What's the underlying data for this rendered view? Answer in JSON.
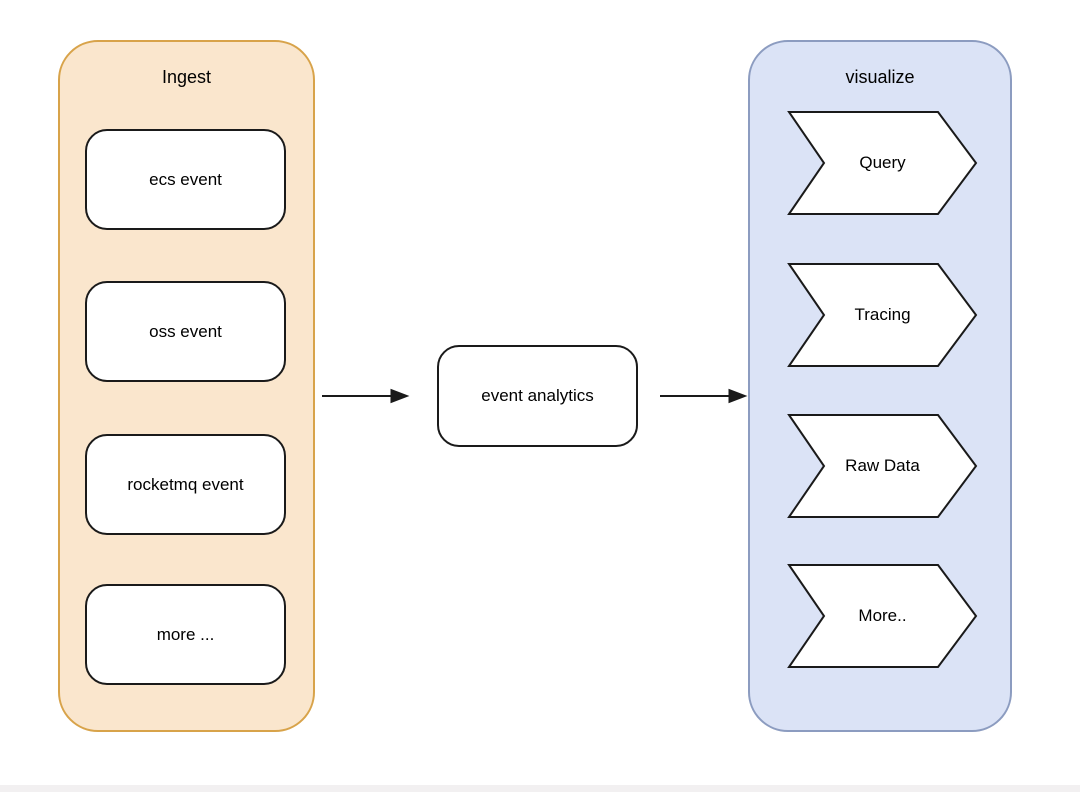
{
  "diagram": {
    "ingest": {
      "title": "Ingest",
      "items": [
        {
          "label": "ecs event"
        },
        {
          "label": "oss event"
        },
        {
          "label": "rocketmq event"
        },
        {
          "label": "more ..."
        }
      ]
    },
    "center": {
      "label": "event analytics"
    },
    "visualize": {
      "title": "visualize",
      "items": [
        {
          "label": "Query"
        },
        {
          "label": "Tracing"
        },
        {
          "label": "Raw Data"
        },
        {
          "label": "More.."
        }
      ]
    },
    "connectors": [
      {
        "from": "Ingest",
        "to": "event analytics"
      },
      {
        "from": "event analytics",
        "to": "visualize"
      }
    ]
  },
  "colors": {
    "ingest_fill": "#fae6cd",
    "ingest_stroke": "#d8a34a",
    "visualize_fill": "#dbe3f6",
    "visualize_stroke": "#8c9cc0",
    "node_fill": "#ffffff",
    "node_stroke": "#1a1a1a",
    "text": "#000000",
    "background": "#ffffff",
    "bottom_strip": "#f2f0f1"
  }
}
